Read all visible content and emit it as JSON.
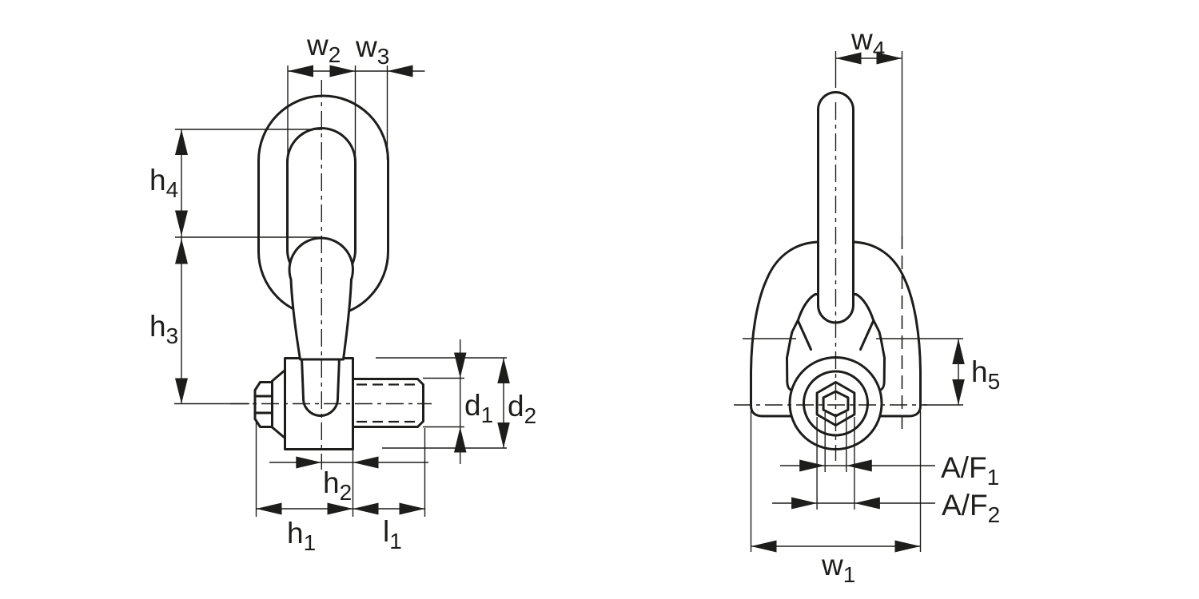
{
  "drawing": {
    "kind": "technical dimensional drawing",
    "subject": "swivel lifting eye bolt with oblong link",
    "colors": {
      "ink": "#1d1d1b",
      "paper": "#ffffff"
    }
  },
  "views": {
    "side": {
      "name": "side view",
      "dimension_labels": {
        "w2": {
          "base": "w",
          "sub": "2"
        },
        "w3": {
          "base": "w",
          "sub": "3"
        },
        "h4": {
          "base": "h",
          "sub": "4"
        },
        "h3": {
          "base": "h",
          "sub": "3"
        },
        "h2": {
          "base": "h",
          "sub": "2"
        },
        "h1": {
          "base": "h",
          "sub": "1"
        },
        "l1": {
          "base": "l",
          "sub": "1"
        },
        "d1": {
          "base": "d",
          "sub": "1"
        },
        "d2": {
          "base": "d",
          "sub": "2"
        }
      }
    },
    "front": {
      "name": "front view",
      "dimension_labels": {
        "w4": {
          "base": "w",
          "sub": "4"
        },
        "h5": {
          "base": "h",
          "sub": "5"
        },
        "af1": {
          "base": "A/F",
          "sub": "1"
        },
        "af2": {
          "base": "A/F",
          "sub": "2"
        },
        "w1": {
          "base": "w",
          "sub": "1"
        }
      }
    }
  }
}
